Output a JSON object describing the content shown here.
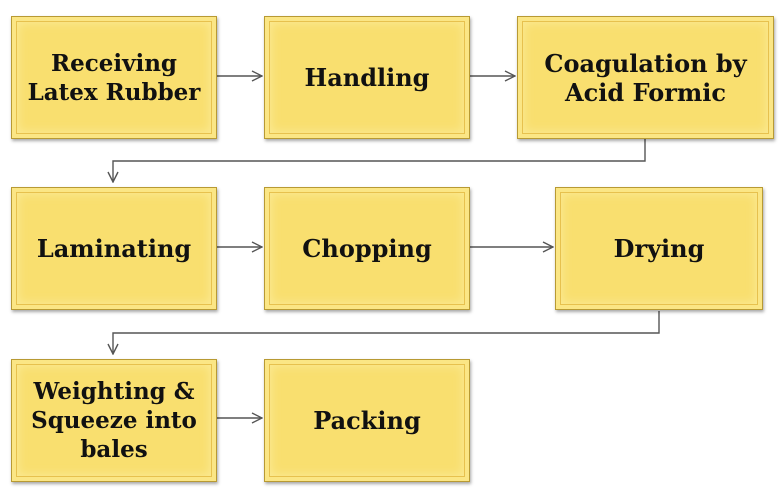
{
  "steps": {
    "receiving": "Receiving Latex Rubber",
    "handling": "Handling",
    "coagulation": "Coagulation by Acid Formic",
    "laminating": "Laminating",
    "chopping": "Chopping",
    "drying": "Drying",
    "weighting": "Weighting & Squeeze into bales",
    "packing": "Packing"
  },
  "colors": {
    "box_fill": "#f9df6f",
    "box_border": "#b89a33",
    "connector": "#555555",
    "text": "#111111"
  }
}
